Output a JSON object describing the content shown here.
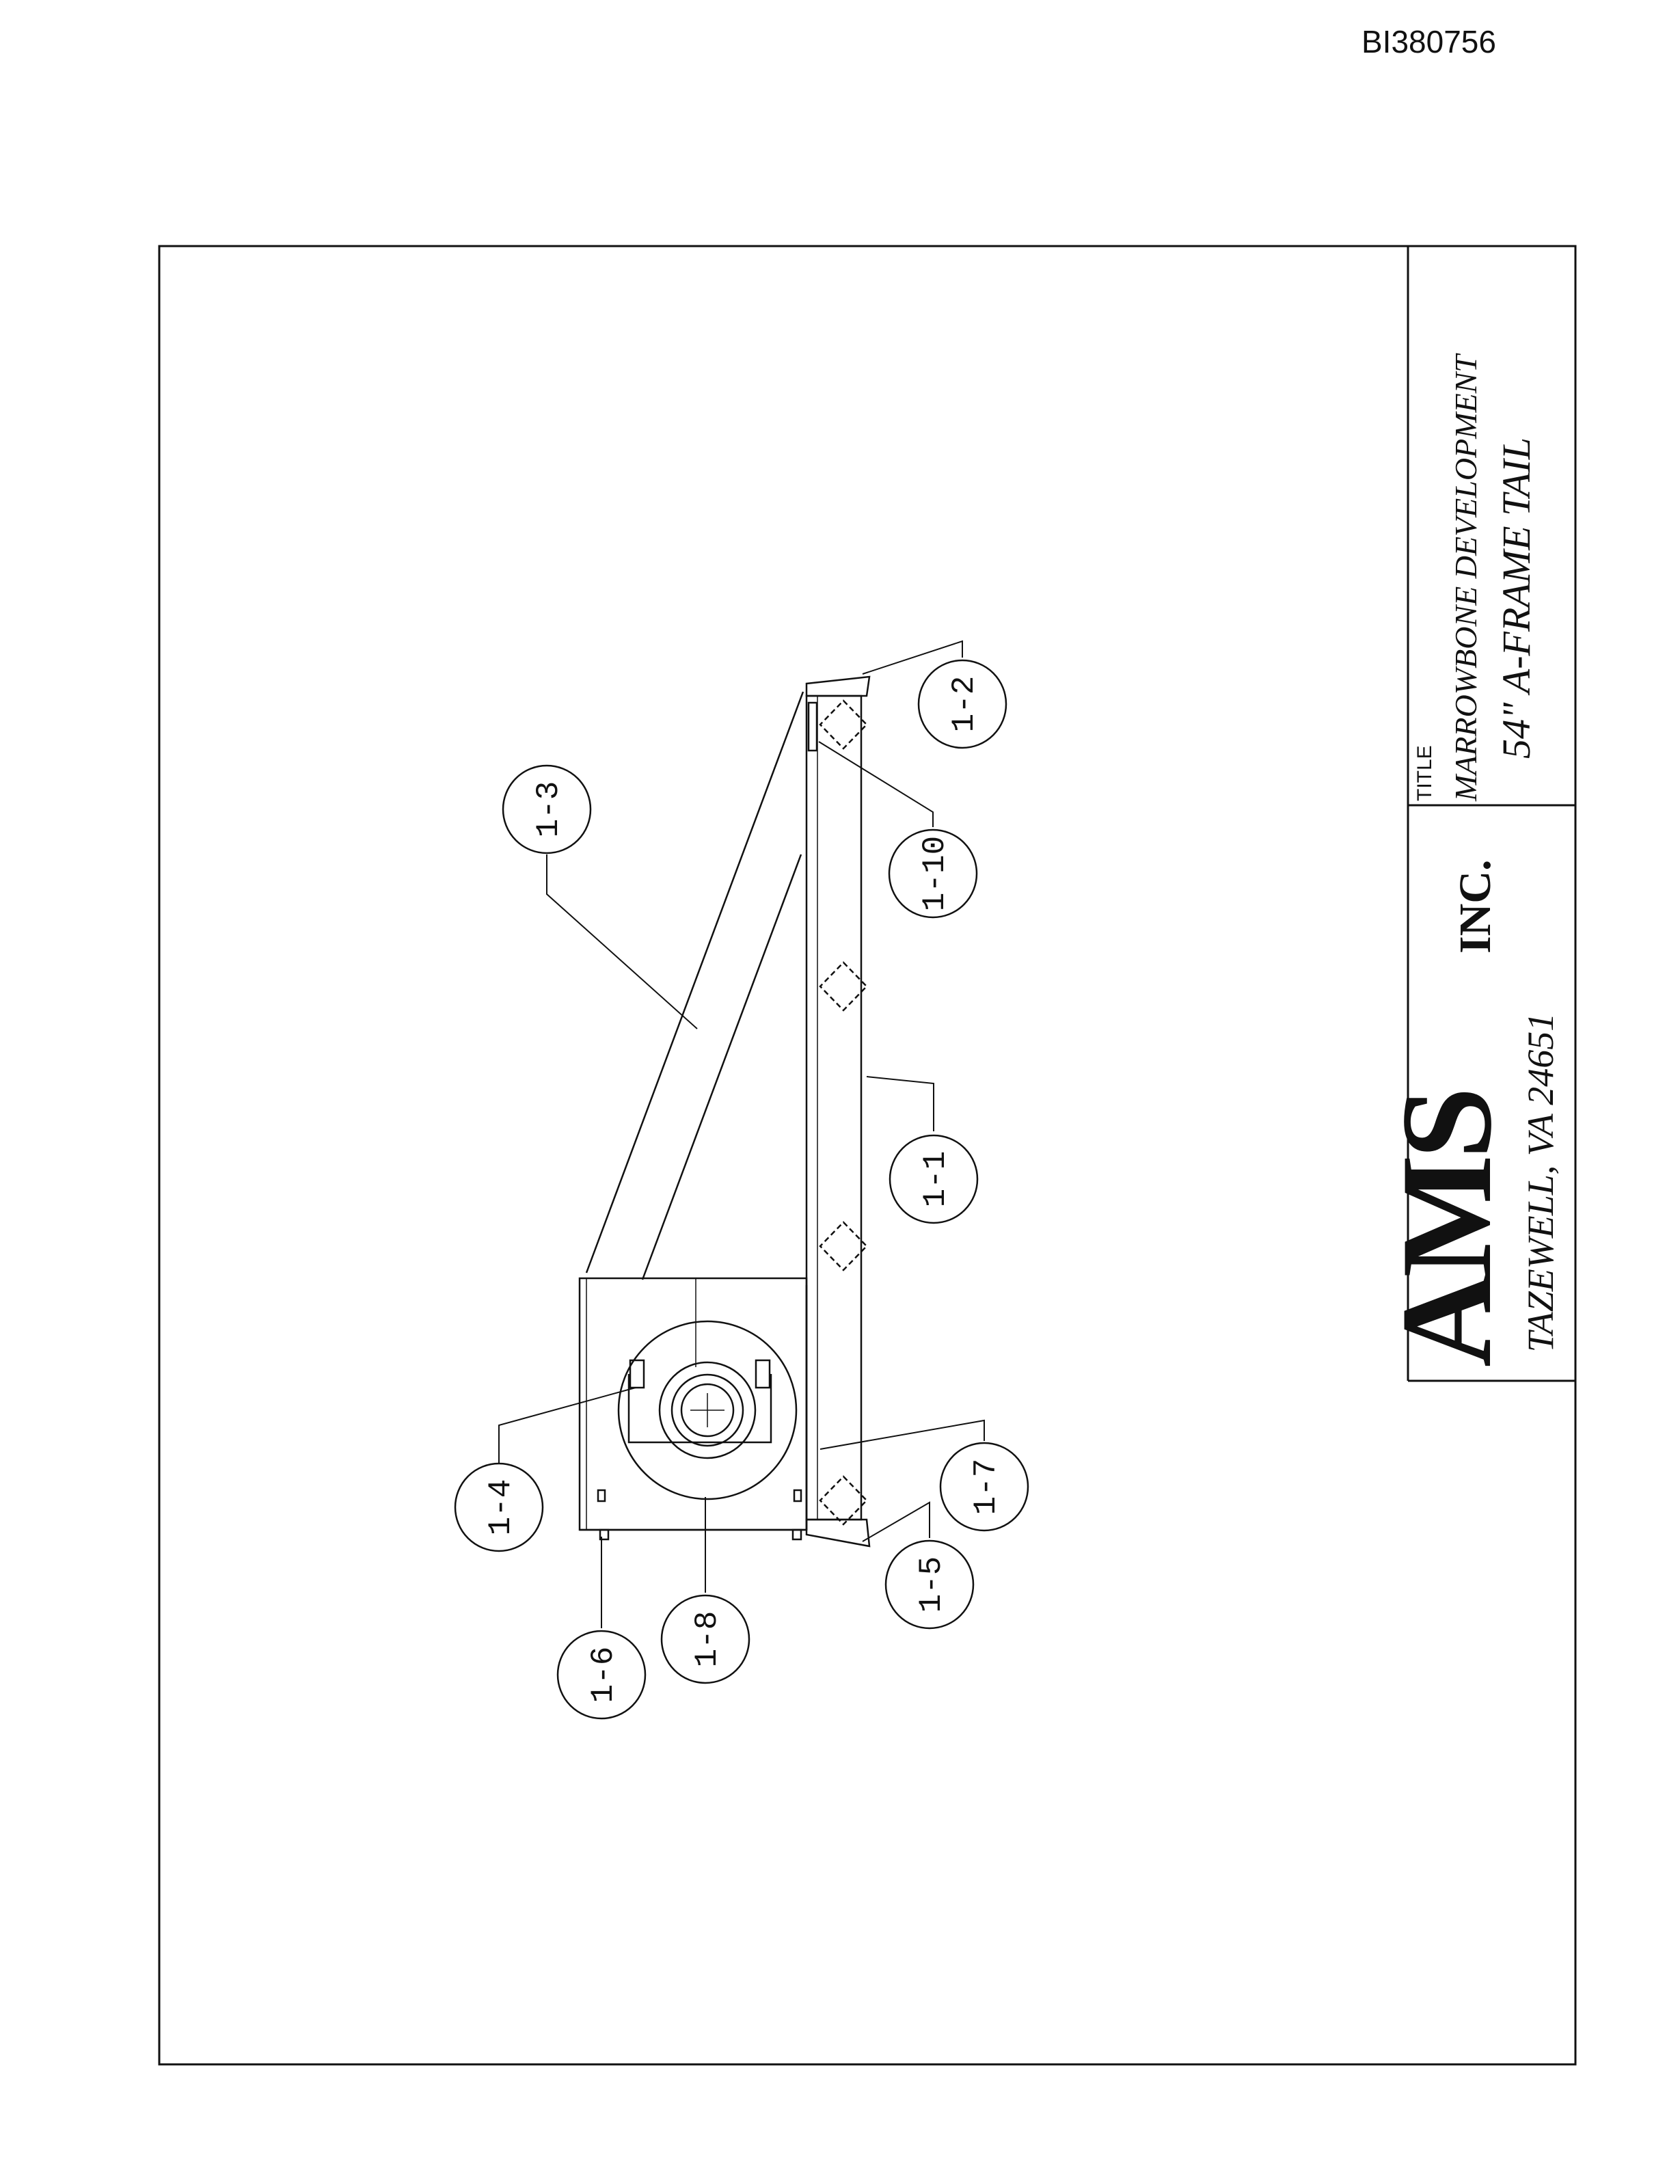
{
  "document": {
    "id": "BI380756"
  },
  "title_block": {
    "company_logo": "AMS",
    "company_suffix": "INC.",
    "location": "TAZEWELL, VA 24651",
    "title_label": "TITLE",
    "title_line_1": "MARROWBONE DEVELOPMENT",
    "title_line_2": "54\" A-FRAME TAIL"
  },
  "balloons": [
    "1-1",
    "1-2",
    "1-3",
    "1-4",
    "1-5",
    "1-6",
    "1-7",
    "1-8",
    "1-10"
  ]
}
